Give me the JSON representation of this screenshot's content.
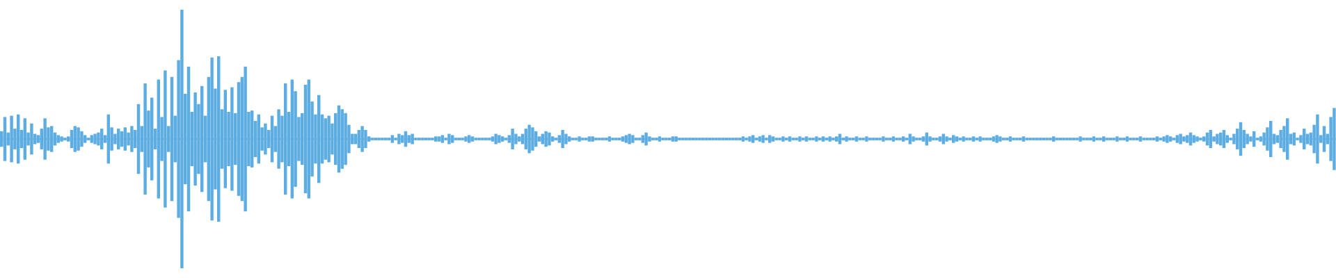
{
  "waveform": {
    "color": "#5dade2",
    "background": "#ffffff",
    "samples": [
      0.06,
      0.17,
      0.05,
      0.18,
      0.08,
      0.19,
      0.07,
      0.16,
      0.05,
      0.12,
      0.04,
      0.03,
      0.08,
      0.16,
      0.09,
      0.1,
      0.05,
      0.03,
      0.02,
      0.01,
      0.02,
      0.07,
      0.1,
      0.09,
      0.06,
      0.03,
      0.01,
      0.03,
      0.04,
      0.05,
      0.08,
      0.03,
      0.19,
      0.09,
      0.04,
      0.08,
      0.06,
      0.09,
      0.05,
      0.1,
      0.07,
      0.27,
      0.1,
      0.43,
      0.22,
      0.32,
      0.08,
      0.46,
      0.17,
      0.53,
      0.1,
      0.48,
      0.18,
      0.61,
      1.0,
      0.35,
      0.56,
      0.21,
      0.36,
      0.27,
      0.41,
      0.18,
      0.48,
      0.63,
      0.39,
      0.64,
      0.23,
      0.38,
      0.21,
      0.4,
      0.2,
      0.44,
      0.48,
      0.56,
      0.21,
      0.22,
      0.14,
      0.19,
      0.09,
      0.12,
      0.07,
      0.18,
      0.1,
      0.23,
      0.18,
      0.43,
      0.21,
      0.46,
      0.37,
      0.17,
      0.2,
      0.42,
      0.46,
      0.29,
      0.19,
      0.34,
      0.19,
      0.16,
      0.18,
      0.12,
      0.2,
      0.26,
      0.23,
      0.2,
      0.11,
      0.04,
      0.04,
      0.07,
      0.1,
      0.07,
      0.02,
      0.01,
      0.01,
      0.01,
      0.01,
      0.01,
      0.01,
      0.03,
      0.01,
      0.04,
      0.03,
      0.06,
      0.03,
      0.04,
      0.01,
      0.01,
      0.01,
      0.01,
      0.01,
      0.01,
      0.02,
      0.02,
      0.03,
      0.01,
      0.04,
      0.03,
      0.01,
      0.01,
      0.01,
      0.02,
      0.03,
      0.02,
      0.01,
      0.01,
      0.01,
      0.01,
      0.01,
      0.02,
      0.04,
      0.03,
      0.02,
      0.01,
      0.03,
      0.08,
      0.04,
      0.02,
      0.04,
      0.08,
      0.11,
      0.09,
      0.06,
      0.02,
      0.04,
      0.06,
      0.05,
      0.02,
      0.01,
      0.03,
      0.07,
      0.04,
      0.02,
      0.01,
      0.01,
      0.02,
      0.01,
      0.01,
      0.02,
      0.02,
      0.01,
      0.01,
      0.01,
      0.01,
      0.02,
      0.01,
      0.01,
      0.01,
      0.02,
      0.03,
      0.04,
      0.03,
      0.01,
      0.01,
      0.03,
      0.05,
      0.02,
      0.01,
      0.01,
      0.02,
      0.01,
      0.01,
      0.01,
      0.02,
      0.02,
      0.01,
      0.01,
      0.01,
      0.01,
      0.01,
      0.01,
      0.01,
      0.01,
      0.01,
      0.01,
      0.01,
      0.01,
      0.01,
      0.01,
      0.01,
      0.01,
      0.01,
      0.01,
      0.01,
      0.02,
      0.01,
      0.02,
      0.03,
      0.01,
      0.02,
      0.03,
      0.01,
      0.03,
      0.02,
      0.01,
      0.01,
      0.02,
      0.01,
      0.02,
      0.01,
      0.01,
      0.02,
      0.01,
      0.02,
      0.01,
      0.01,
      0.02,
      0.01,
      0.02,
      0.01,
      0.02,
      0.01,
      0.02,
      0.04,
      0.01,
      0.02,
      0.01,
      0.01,
      0.02,
      0.01,
      0.01,
      0.02,
      0.01,
      0.01,
      0.01,
      0.01,
      0.02,
      0.01,
      0.01,
      0.02,
      0.01,
      0.01,
      0.02,
      0.01,
      0.04,
      0.02,
      0.01,
      0.01,
      0.02,
      0.05,
      0.02,
      0.01,
      0.01,
      0.02,
      0.04,
      0.02,
      0.01,
      0.03,
      0.02,
      0.01,
      0.02,
      0.01,
      0.01,
      0.02,
      0.01,
      0.02,
      0.01,
      0.01,
      0.01,
      0.02,
      0.03,
      0.02,
      0.01,
      0.01,
      0.02,
      0.01,
      0.01,
      0.01,
      0.02,
      0.01,
      0.01,
      0.01,
      0.01,
      0.01,
      0.01,
      0.01,
      0.01,
      0.02,
      0.01,
      0.01,
      0.01,
      0.01,
      0.01,
      0.01,
      0.01,
      0.02,
      0.01,
      0.01,
      0.01,
      0.02,
      0.01,
      0.01,
      0.02,
      0.01,
      0.01,
      0.01,
      0.02,
      0.01,
      0.01,
      0.02,
      0.01,
      0.01,
      0.01,
      0.02,
      0.01,
      0.01,
      0.01,
      0.01,
      0.02,
      0.01,
      0.02,
      0.03,
      0.02,
      0.01,
      0.03,
      0.04,
      0.02,
      0.03,
      0.05,
      0.03,
      0.02,
      0.01,
      0.02,
      0.05,
      0.07,
      0.02,
      0.04,
      0.05,
      0.07,
      0.03,
      0.01,
      0.04,
      0.08,
      0.13,
      0.07,
      0.04,
      0.02,
      0.06,
      0.01,
      0.02,
      0.05,
      0.09,
      0.14,
      0.04,
      0.03,
      0.07,
      0.1,
      0.16,
      0.04,
      0.05,
      0.01,
      0.03,
      0.08,
      0.04,
      0.05,
      0.11,
      0.19,
      0.03,
      0.1,
      0.04,
      0.17,
      0.24
    ]
  }
}
